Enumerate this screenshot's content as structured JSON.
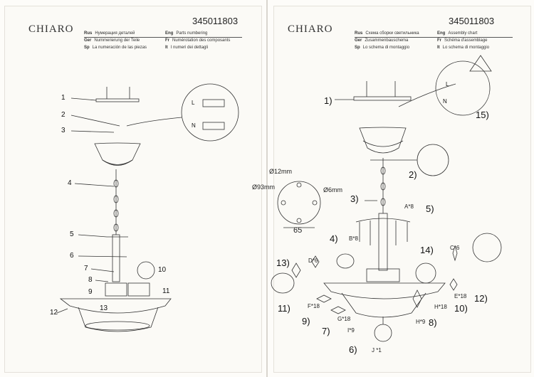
{
  "left_page": {
    "brand": "CHIARO",
    "code": "345011803",
    "header": [
      {
        "lang": "Rus",
        "text": "Нумерация деталей"
      },
      {
        "lang": "Ger",
        "text": "Nummerierung der Teile"
      },
      {
        "lang": "Sp",
        "text": "La numeración de las piezas"
      },
      {
        "lang": "Eng",
        "text": "Parts numbering"
      },
      {
        "lang": "Fr",
        "text": "Numérotation des composants"
      },
      {
        "lang": "It",
        "text": "I numeri dei dettagli"
      }
    ],
    "callouts": [
      "1",
      "2",
      "3",
      "4",
      "5",
      "6",
      "7",
      "8",
      "9",
      "10",
      "11",
      "12",
      "13"
    ],
    "wiring_labels": [
      "L",
      "N"
    ]
  },
  "right_page": {
    "brand": "CHIARO",
    "code": "345011803",
    "header": [
      {
        "lang": "Rus",
        "text": "Схема сборки светильника"
      },
      {
        "lang": "Ger",
        "text": "Zusammenbauschema"
      },
      {
        "lang": "Sp",
        "text": "Lo schema di montaggio"
      },
      {
        "lang": "Eng",
        "text": "Assembly chart"
      },
      {
        "lang": "Fr",
        "text": "Schéma d'assemblage"
      },
      {
        "lang": "It",
        "text": "Lo schema di montaggio"
      }
    ],
    "steps": [
      "1)",
      "2)",
      "3)",
      "4)",
      "5)",
      "6)",
      "7)",
      "8)",
      "9)",
      "10)",
      "11)",
      "12)",
      "13)",
      "14)",
      "15)"
    ],
    "dimensions": {
      "d1": "Ø12mm",
      "d2": "Ø93mm",
      "d3": "Ø6mm",
      "w": "65"
    },
    "part_codes": {
      "a": "A*8",
      "b": "B*8",
      "c": "C*6",
      "d": "D*6",
      "e": "E*18",
      "f": "F*18",
      "g": "G*18",
      "h": "H*18",
      "hb": "H*9",
      "i": "I*9",
      "j": "J *1"
    },
    "wiring_labels": [
      "L",
      "N"
    ]
  }
}
